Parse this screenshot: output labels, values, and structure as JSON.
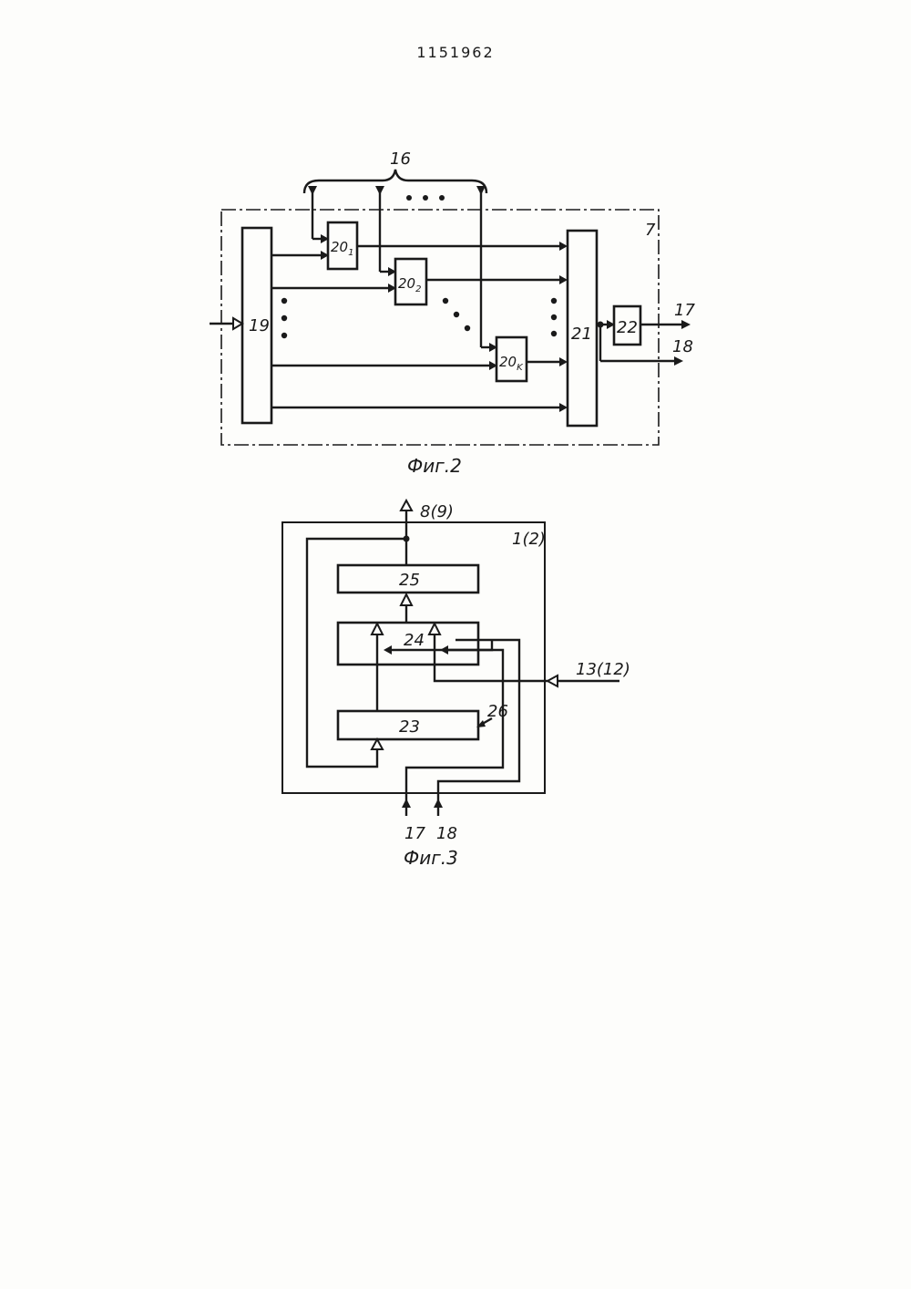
{
  "document": {
    "number": "1151962"
  },
  "fig2": {
    "caption": "Фиг.2",
    "frame_label": "7",
    "bus_label": "16",
    "blocks": {
      "b19": "19",
      "b20_1": "20",
      "b20_1_sub": "1",
      "b20_2": "20",
      "b20_2_sub": "2",
      "b20_k": "20",
      "b20_k_sub": "K",
      "b21": "21",
      "b22": "22"
    },
    "outputs": {
      "o17": "17",
      "o18": "18"
    }
  },
  "fig3": {
    "caption": "Фиг.3",
    "frame_label": "1(2)",
    "blocks": {
      "b23": "23",
      "b24": "24",
      "b25": "25"
    },
    "labels": {
      "out_top": "8(9)",
      "in_right": "13(12)",
      "l26": "26",
      "in17": "17",
      "in18": "18"
    }
  }
}
